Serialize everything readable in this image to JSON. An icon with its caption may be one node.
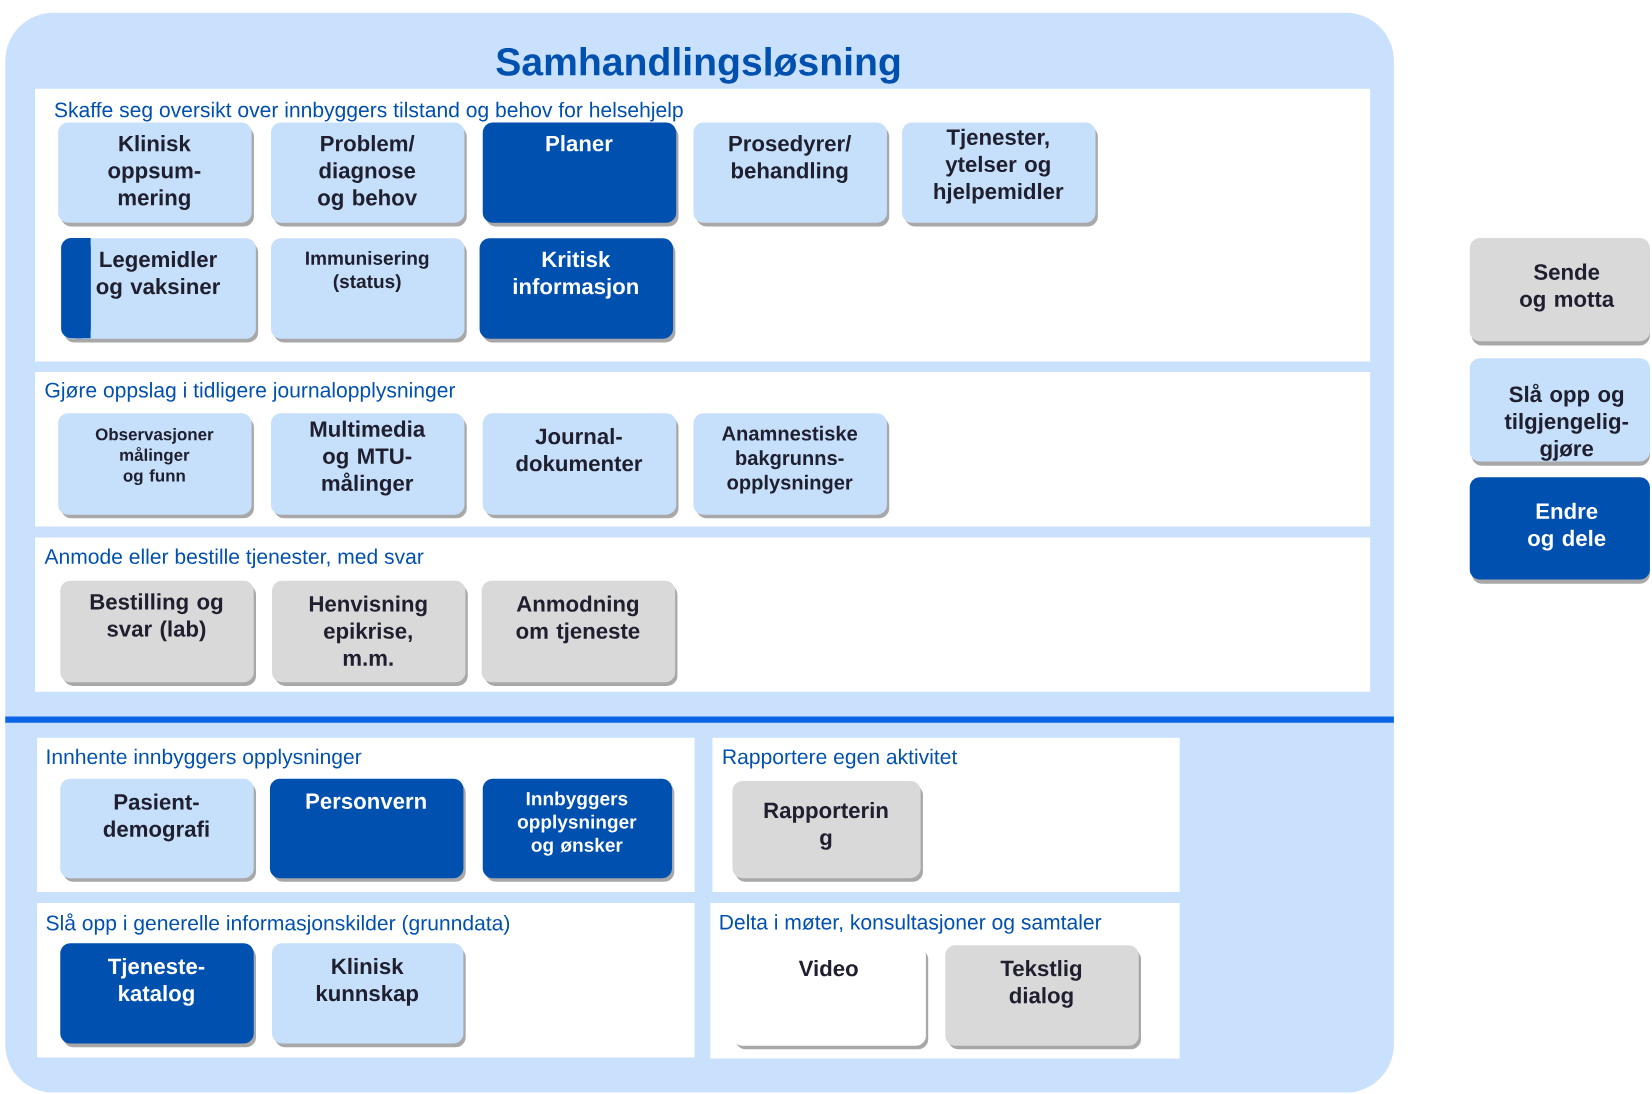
{
  "diagram": {
    "title": "Samhandlingsløsning",
    "nodes": [
      {
        "text": [
          "Skaffe seg oversikt over innbyggers tilstand og behov for helsehjelp"
        ]
      },
      {
        "text": [
          "Klinisk oppsum- mering"
        ],
        "in": 0
      },
      {
        "text": [
          "Problem/ diagnose og behov"
        ],
        "in": 0
      },
      {
        "text": [
          "Planer"
        ],
        "in": 0
      },
      {
        "text": [
          "Prosedyrer/ behandling"
        ],
        "in": 0
      },
      {
        "text": [
          "Tjenester, ytelser og hjelpemidler"
        ],
        "in": 0
      },
      {
        "text": [
          "Legemidler og vaksiner"
        ],
        "in": 0
      },
      {
        "text": [
          "Immunisering (status)"
        ],
        "in": 0
      },
      {
        "text": [
          "Kritisk informasjon"
        ],
        "in": 0
      },
      {
        "text": [
          "Gjøre oppslag i tidligere journalopplysninger"
        ]
      },
      {
        "text": [
          "Observasjoner målinger og funn"
        ],
        "in": 9
      },
      {
        "text": [
          "Multimedia og MTU- målinger"
        ],
        "in": 9
      },
      {
        "text": [
          "Journal- dokumenter"
        ],
        "in": 9
      },
      {
        "text": [
          "Anamnestiske bakgrunns- opplysninger"
        ],
        "in": 9
      },
      {
        "text": [
          "Anmode eller bestille tjenester, med svar"
        ]
      },
      {
        "text": [
          "Bestilling og svar (lab)"
        ],
        "in": 14
      },
      {
        "text": [
          "Henvisning epikrise, m.m."
        ],
        "in": 14
      },
      {
        "text": [
          "Anmodning om tjeneste"
        ],
        "in": 14
      },
      {
        "text": [
          "Innhente innbyggers opplysninger"
        ]
      },
      {
        "text": [
          "Pasient- demografi"
        ],
        "in": 18
      },
      {
        "text": [
          "Personvern"
        ],
        "in": 18
      },
      {
        "text": [
          "Innbyggers opplysninger og ønsker"
        ],
        "in": 18
      },
      {
        "text": [
          "Rapportere egen aktivitet"
        ]
      },
      {
        "text": [
          "Rapporterin g"
        ],
        "in": 22
      },
      {
        "text": [
          "Slå opp i generelle informasjonskilder (grunndata)"
        ]
      },
      {
        "text": [
          "Tjeneste- katalog"
        ],
        "in": 24
      },
      {
        "text": [
          "Klinisk kunnskap"
        ],
        "in": 24
      },
      {
        "text": [
          "Delta i møter, konsultasjoner og samtaler"
        ]
      },
      {
        "text": [
          "Video"
        ],
        "in": 27
      },
      {
        "text": [
          "Tekstlig dialog"
        ],
        "in": 27
      }
    ],
    "legend": [
      {
        "text": "Sende og motta",
        "color": "#d9d9d9"
      },
      {
        "text": "Slå opp og tilgjengelig- gjøre",
        "color": "#c6e0fb"
      },
      {
        "text": "Endre og dele",
        "color": "#0050b0"
      }
    ]
  }
}
